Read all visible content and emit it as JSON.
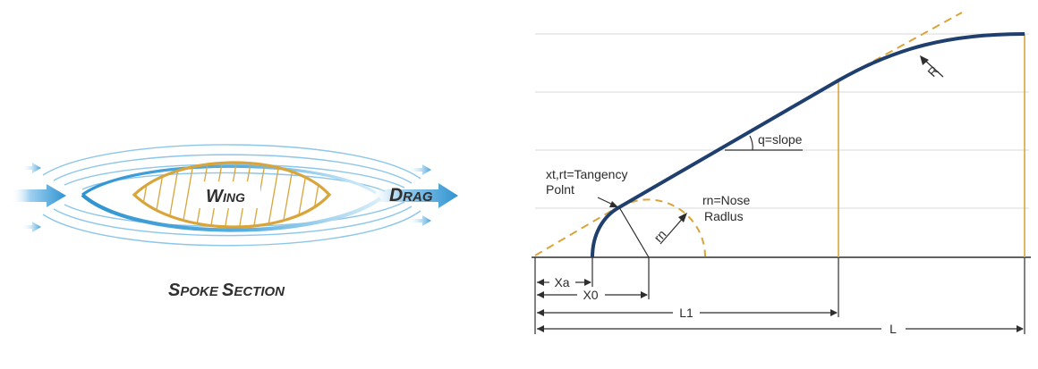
{
  "colors": {
    "flow_blue": "#2f93d0",
    "flow_light": "#8cc6ea",
    "wing_gold": "#d9a53a",
    "curve_navy": "#1f3f6e",
    "text_dark": "#2b2b2b",
    "grid_gray": "#d8d8d8"
  },
  "left_figure": {
    "wing_label_cap": "W",
    "wing_label_rest": "ING",
    "drag_label_cap": "D",
    "drag_label_rest": "RAG",
    "caption_cap1": "S",
    "caption_rest1": "POKE ",
    "caption_cap2": "S",
    "caption_rest2": "ECTION"
  },
  "right_figure": {
    "tangency_line1": "xt,rt=Tangency",
    "tangency_line2": "Polnt",
    "nose_line1": "rn=Nose",
    "nose_line2": "Radlus",
    "slope_label": "q=slope",
    "rn_label": "rn",
    "r_label": "R",
    "dims": {
      "xa": "Xa",
      "x0": "X0",
      "l1": "L1",
      "l": "L"
    }
  }
}
